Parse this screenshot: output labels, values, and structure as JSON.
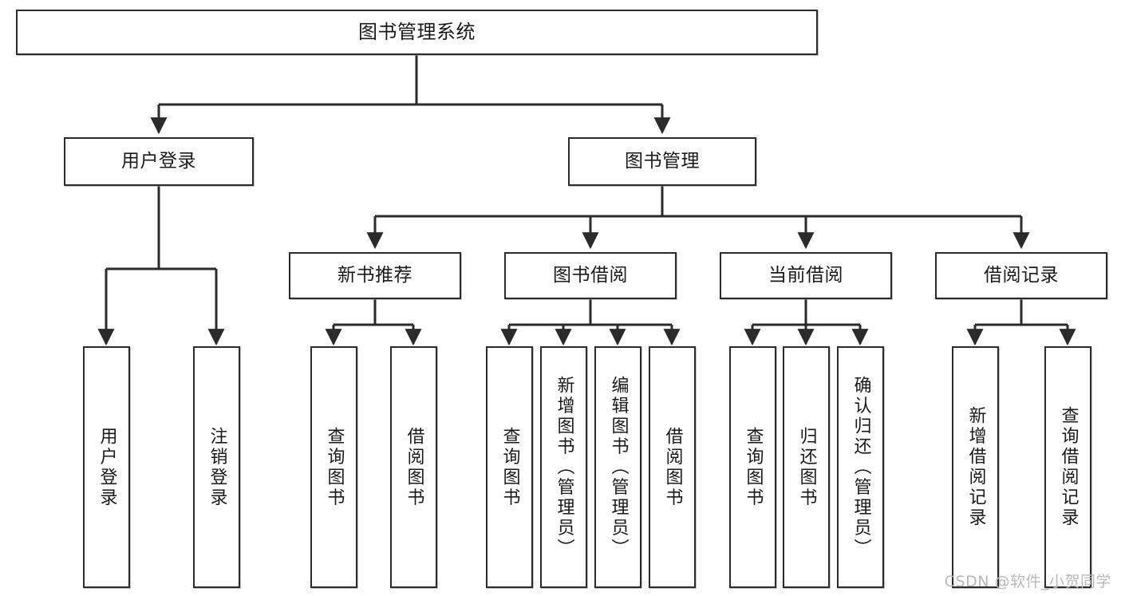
{
  "diagram": {
    "title": "图书管理系统",
    "watermark": "CSDN @软件_小贺同学",
    "stroke_color": "#2b2b2b",
    "text_color": "#1a1a1a",
    "background": "#ffffff",
    "nodes": {
      "root": "图书管理系统",
      "level2": {
        "user_login": "用户登录",
        "book_manage": "图书管理"
      },
      "level3": {
        "new_book_recommend": "新书推荐",
        "book_borrow": "图书借阅",
        "current_borrow": "当前借阅",
        "borrow_record": "借阅记录"
      },
      "leaves": {
        "user_login_child_1": "用户登录",
        "user_login_child_2": "注销登录",
        "recommend_child_1": "查询图书",
        "recommend_child_2": "借阅图书",
        "borrow_child_1": "查询图书",
        "borrow_child_2": "新增图书（管理员）",
        "borrow_child_3": "编辑图书（管理员）",
        "borrow_child_4": "借阅图书",
        "current_child_1": "查询图书",
        "current_child_2": "归还图书",
        "current_child_3": "确认归还（管理员）",
        "record_child_1": "新增借阅记录",
        "record_child_2": "查询借阅记录"
      }
    }
  }
}
